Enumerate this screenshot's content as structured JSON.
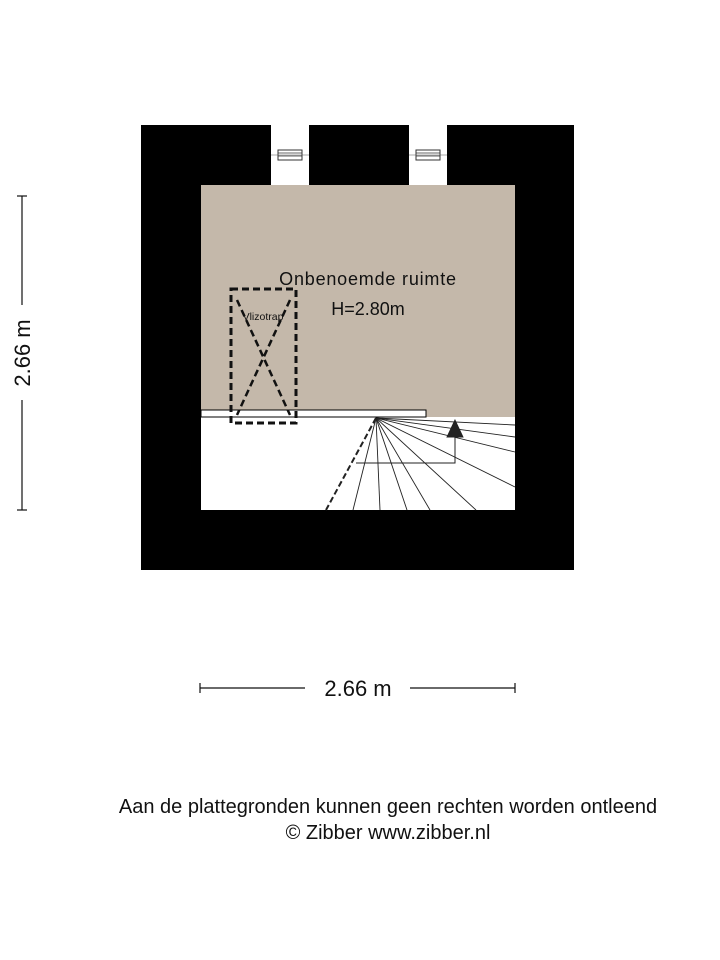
{
  "plan": {
    "room_name": "Onbenoemde ruimte",
    "room_height": "H=2.80m",
    "hatch_label": "Vlizotrap",
    "dimension_vertical": "2.66 m",
    "dimension_horizontal": "2.66 m"
  },
  "colors": {
    "wall": "#000000",
    "room_fill": "#c4b8aa",
    "background": "#ffffff"
  },
  "footer": {
    "disclaimer": "Aan de plattegronden kunnen geen rechten worden ontleend",
    "copyright": "© Zibber www.zibber.nl"
  }
}
